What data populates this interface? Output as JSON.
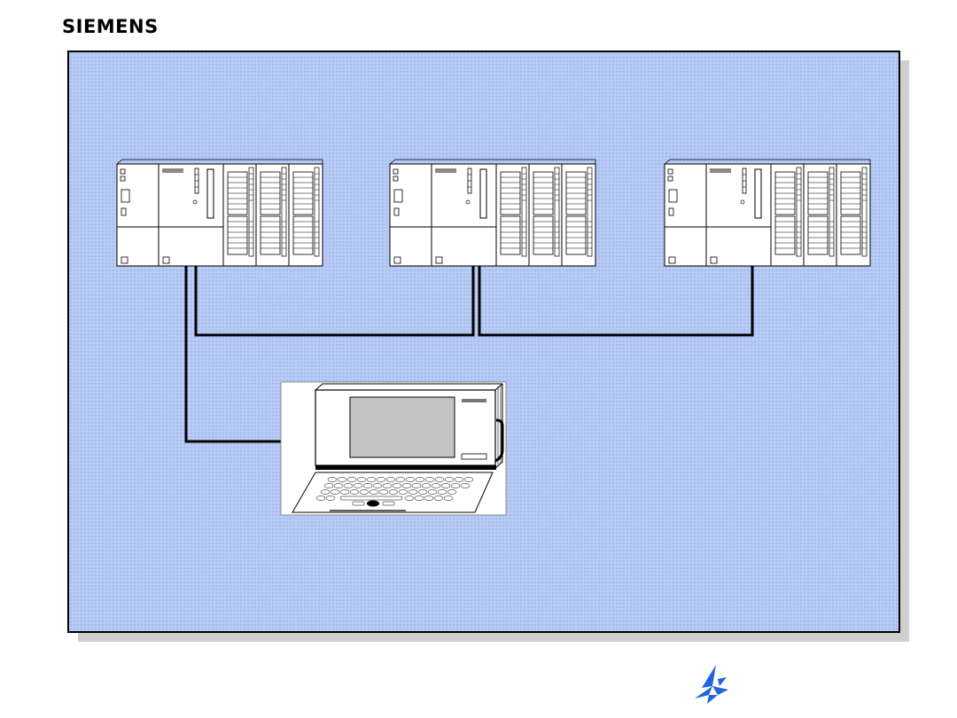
{
  "header": {
    "brand": "SIEMENS"
  },
  "diagram": {
    "plcs": [
      "plc-left",
      "plc-center",
      "plc-right"
    ],
    "device": "programming-device",
    "connections": [
      "pg-to-left-plc",
      "left-to-center-plc",
      "center-to-right-plc"
    ]
  },
  "colors": {
    "panel_background": "#b7cbf5",
    "panel_border": "#000000",
    "cable": "#000000",
    "logo": "#1e64dc"
  },
  "icons": {
    "footer_logo": "paper-crane-logo-icon"
  }
}
